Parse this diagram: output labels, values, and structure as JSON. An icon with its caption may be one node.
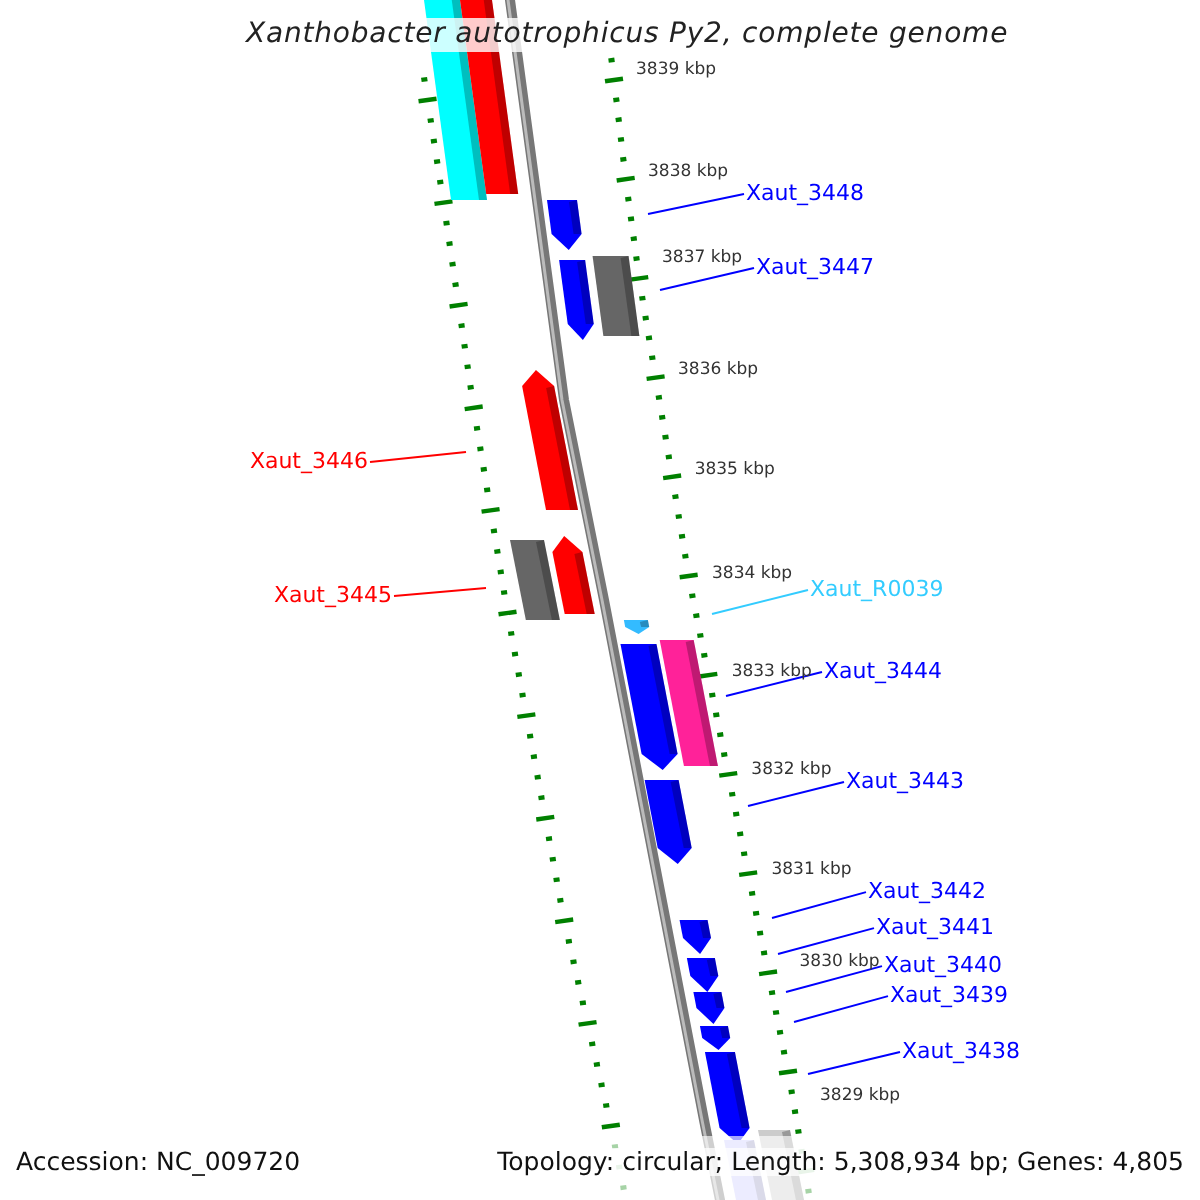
{
  "diagram": {
    "title": "Xanthobacter autotrophicus Py2, complete genome",
    "nodes": [
      {
        "text": [
          "Xaut_3448"
        ]
      },
      {
        "text": [
          "Xaut_3447"
        ]
      },
      {
        "text": [
          "Xaut_3446"
        ]
      },
      {
        "text": [
          "Xaut_3445"
        ]
      },
      {
        "text": [
          "Xaut_R0039"
        ]
      },
      {
        "text": [
          "Xaut_3444"
        ]
      },
      {
        "text": [
          "Xaut_3443"
        ]
      },
      {
        "text": [
          "Xaut_3442"
        ]
      },
      {
        "text": [
          "Xaut_3441"
        ]
      },
      {
        "text": [
          "Xaut_3440"
        ]
      },
      {
        "text": [
          "Xaut_3439"
        ]
      },
      {
        "text": [
          "Xaut_3438"
        ]
      }
    ],
    "edges": [
      {
        "from": 0,
        "to": null,
        "arrow": "none"
      },
      {
        "from": 1,
        "to": null,
        "arrow": "none"
      },
      {
        "from": 2,
        "to": null,
        "arrow": "none",
        "color": "#ff0000"
      },
      {
        "from": 3,
        "to": null,
        "arrow": "none",
        "color": "#ff0000"
      },
      {
        "from": 4,
        "to": null,
        "arrow": "none",
        "color": "#33ccff"
      },
      {
        "from": 5,
        "to": null,
        "arrow": "none"
      },
      {
        "from": 6,
        "to": null,
        "arrow": "none"
      },
      {
        "from": 7,
        "to": null,
        "arrow": "none"
      },
      {
        "from": 8,
        "to": null,
        "arrow": "none"
      },
      {
        "from": 9,
        "to": null,
        "arrow": "none"
      },
      {
        "from": 10,
        "to": null,
        "arrow": "none"
      },
      {
        "from": 11,
        "to": null,
        "arrow": "none"
      }
    ],
    "labels": [
      "3839 kbp",
      "3838 kbp",
      "3837 kbp",
      "3836 kbp",
      "3835 kbp",
      "3834 kbp",
      "3833 kbp",
      "3832 kbp",
      "3831 kbp",
      "3830 kbp",
      "3829 kbp",
      "Accession: NC_009720",
      "Topology: circular; Length: 5,308,934 bp; Genes: 4,805"
    ]
  }
}
